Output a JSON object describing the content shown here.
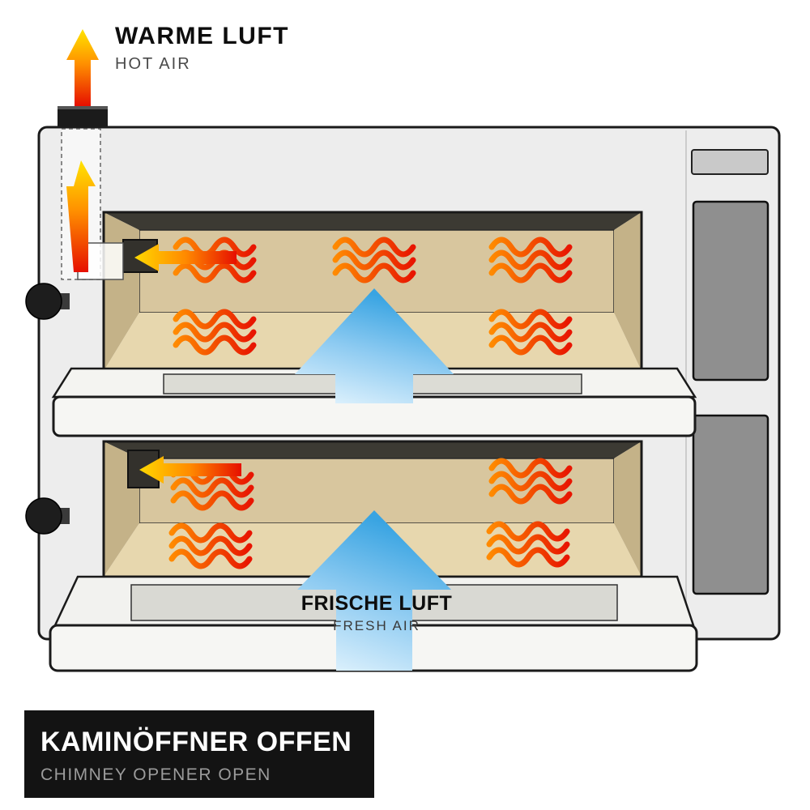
{
  "labels": {
    "hot_air": {
      "title": "WARME LUFT",
      "subtitle": "HOT AIR"
    },
    "fresh_air": {
      "title": "FRISCHE LUFT",
      "subtitle": "FRESH AIR"
    }
  },
  "banner": {
    "title": "KAMINÖFFNER OFFEN",
    "subtitle": "CHIMNEY OPENER OPEN"
  },
  "colors": {
    "hot_air_arrow_top": "#ffe400",
    "hot_air_arrow_mid": "#ff9000",
    "hot_air_arrow_bottom": "#e60f00",
    "heat_wave_light": "#ff8a00",
    "heat_wave_dark": "#e81500",
    "fresh_air_light": "#e3f4fe",
    "fresh_air_dark": "#2d9ce0",
    "oven_body": "#ededed",
    "chamber_back_wall": "#d8c69e",
    "chamber_floor": "#e7d7ae",
    "chamber_ceiling": "#3c3a33",
    "control_panel": "#8f8f8f",
    "banner_background": "#131313",
    "banner_subtitle_color": "#9b9b9b"
  },
  "icons": {
    "hot_air_arrow": "hot-air-arrow-icon",
    "fresh_air_arrow": "fresh-air-arrow-icon",
    "heat_waves": "heat-waves-icon",
    "vent_exhaust_arrow": "vent-exhaust-arrow-icon"
  }
}
